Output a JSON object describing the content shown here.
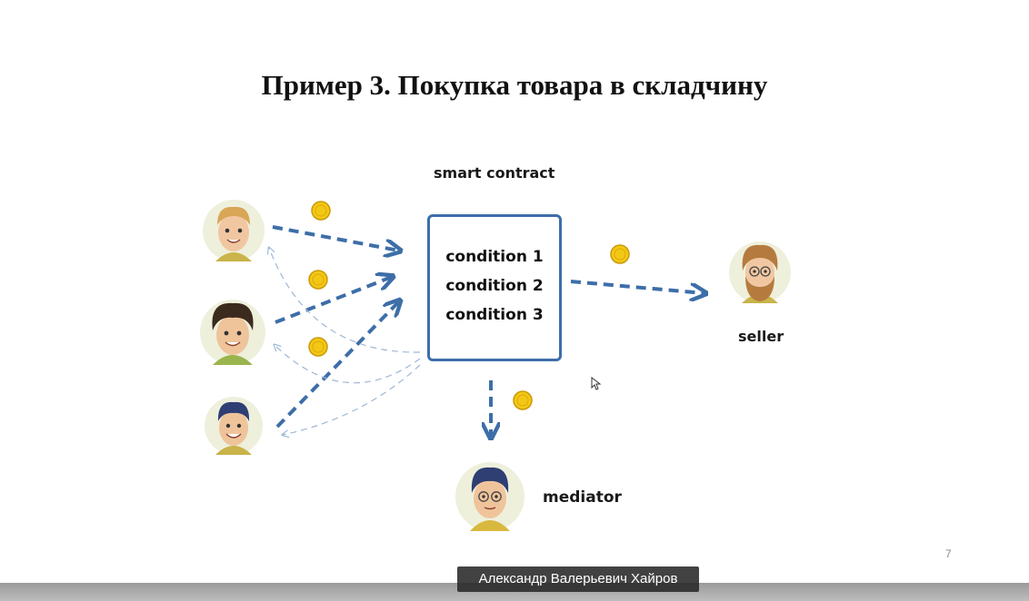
{
  "slide": {
    "title": "Пример 3.  Покупка товара в складчину",
    "page_number": "7"
  },
  "diagram": {
    "contract_label": "smart contract",
    "conditions": [
      "condition 1",
      "condition 2",
      "condition 3"
    ],
    "seller_label": "seller",
    "mediator_label": "mediator",
    "colors": {
      "arrow": "#3d6ea8",
      "return_arrow": "#9fb8d6",
      "coin": "#f2c814",
      "coin_edge": "#c99a08"
    }
  },
  "presenter": {
    "name": "Александр Валерьевич Хайров"
  }
}
